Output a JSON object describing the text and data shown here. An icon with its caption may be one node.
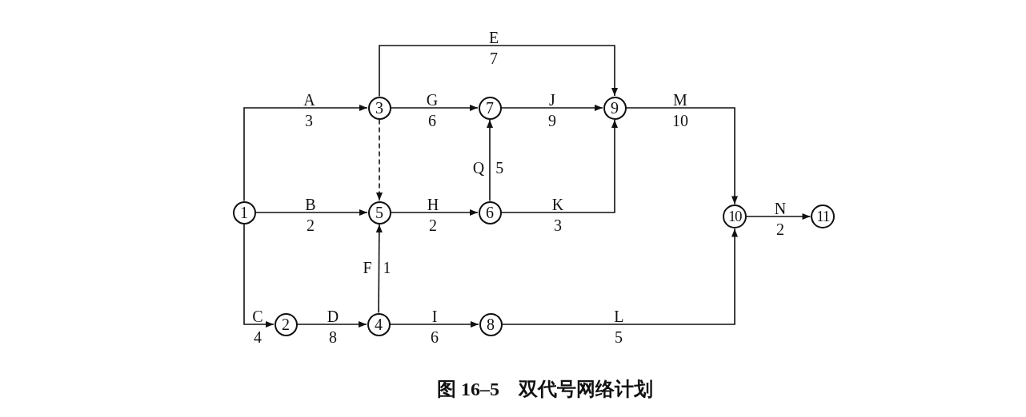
{
  "diagram": {
    "caption": "图 16–5　双代号网络计划",
    "nodes": [
      {
        "text": [
          "1"
        ]
      },
      {
        "text": [
          "2"
        ]
      },
      {
        "text": [
          "3"
        ]
      },
      {
        "text": [
          "4"
        ]
      },
      {
        "text": [
          "5"
        ]
      },
      {
        "text": [
          "6"
        ]
      },
      {
        "text": [
          "7"
        ]
      },
      {
        "text": [
          "8"
        ]
      },
      {
        "text": [
          "9"
        ]
      },
      {
        "text": [
          "10"
        ]
      },
      {
        "text": [
          "11"
        ]
      }
    ],
    "edges": [
      {
        "from": 0,
        "to": 2,
        "arrow": "to",
        "label": "A 3"
      },
      {
        "from": 0,
        "to": 4,
        "arrow": "to",
        "label": "B 2"
      },
      {
        "from": 0,
        "to": 1,
        "arrow": "to",
        "label": "C 4"
      },
      {
        "from": 1,
        "to": 3,
        "arrow": "to",
        "label": "D 8"
      },
      {
        "from": 2,
        "to": 8,
        "arrow": "to",
        "label": "E 7"
      },
      {
        "from": 2,
        "to": 6,
        "arrow": "to",
        "label": "G 6"
      },
      {
        "from": 2,
        "to": 4,
        "arrow": "to",
        "style": "dashed"
      },
      {
        "from": 3,
        "to": 4,
        "arrow": "to",
        "label": "F 1"
      },
      {
        "from": 3,
        "to": 7,
        "arrow": "to",
        "label": "I 6"
      },
      {
        "from": 4,
        "to": 5,
        "arrow": "to",
        "label": "H 2"
      },
      {
        "from": 5,
        "to": 6,
        "arrow": "to",
        "label": "Q 5"
      },
      {
        "from": 5,
        "to": 8,
        "arrow": "to",
        "label": "K 3"
      },
      {
        "from": 6,
        "to": 8,
        "arrow": "to",
        "label": "J 9"
      },
      {
        "from": 7,
        "to": 9,
        "arrow": "to",
        "label": "L 5"
      },
      {
        "from": 8,
        "to": 9,
        "arrow": "to",
        "label": "M 10"
      },
      {
        "from": 9,
        "to": 10,
        "arrow": "to",
        "label": "N 2"
      }
    ]
  }
}
